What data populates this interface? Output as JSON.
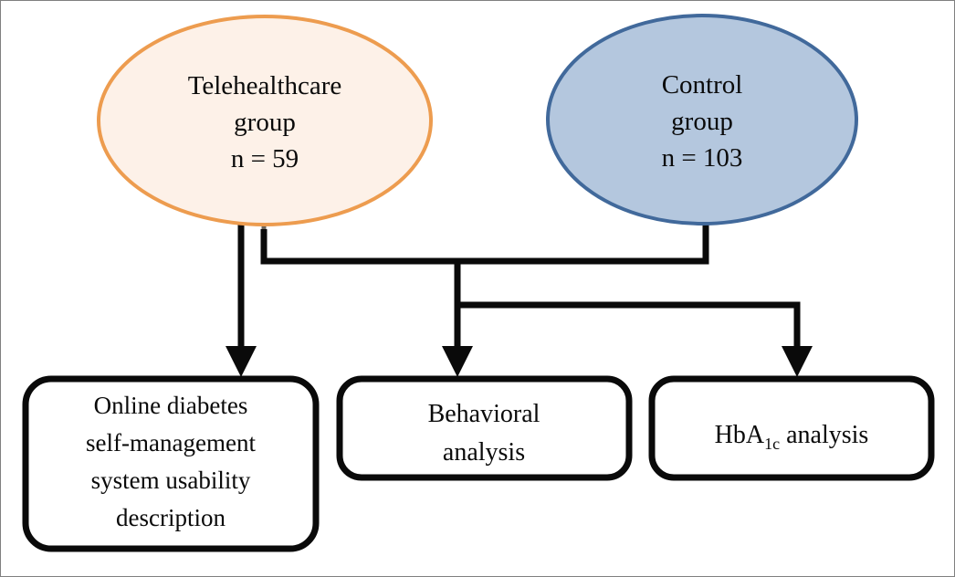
{
  "figure": {
    "type": "flowchart",
    "background_color": "#ffffff",
    "border_color": "#808080"
  },
  "nodes": {
    "telehealthcare_group": {
      "shape": "ellipse",
      "fill_color": "#FDF1E8",
      "stroke_color": "#ED9C4F",
      "line1": "Telehealthcare",
      "line2": "group",
      "line3": "n = 59",
      "n_value": 59
    },
    "control_group": {
      "shape": "ellipse",
      "fill_color": "#B4C7DE",
      "stroke_color": "#41699B",
      "line1": "Control",
      "line2": "group",
      "line3": "n = 103",
      "n_value": 103
    },
    "usability_box": {
      "shape": "rounded-rect",
      "fill_color": "#FFFFFF",
      "stroke_color": "#0A0A0A",
      "line1": "Online diabetes",
      "line2": "self-management",
      "line3": "system usability",
      "line4": "description"
    },
    "behavioral_box": {
      "shape": "rounded-rect",
      "fill_color": "#FFFFFF",
      "stroke_color": "#0A0A0A",
      "line1": "Behavioral",
      "line2": "analysis"
    },
    "hba1c_box": {
      "shape": "rounded-rect",
      "fill_color": "#FFFFFF",
      "stroke_color": "#0A0A0A",
      "prefix": "HbA",
      "subscript": "1c",
      "suffix": " analysis"
    }
  },
  "connectors": {
    "telehealth_to_usability": {
      "from": "telehealthcare_group",
      "to": "usability_box",
      "style": "straight-arrow"
    },
    "telehealth_to_junction": {
      "from": "telehealthcare_group",
      "to": "shared-junction",
      "style": "elbow"
    },
    "control_to_junction": {
      "from": "control_group",
      "to": "shared-junction",
      "style": "elbow"
    },
    "junction_to_behavioral": {
      "from": "shared-junction",
      "to": "behavioral_box",
      "style": "straight-arrow"
    },
    "junction_to_hba1c": {
      "from": "shared-junction",
      "to": "hba1c_box",
      "style": "elbow-arrow"
    }
  }
}
